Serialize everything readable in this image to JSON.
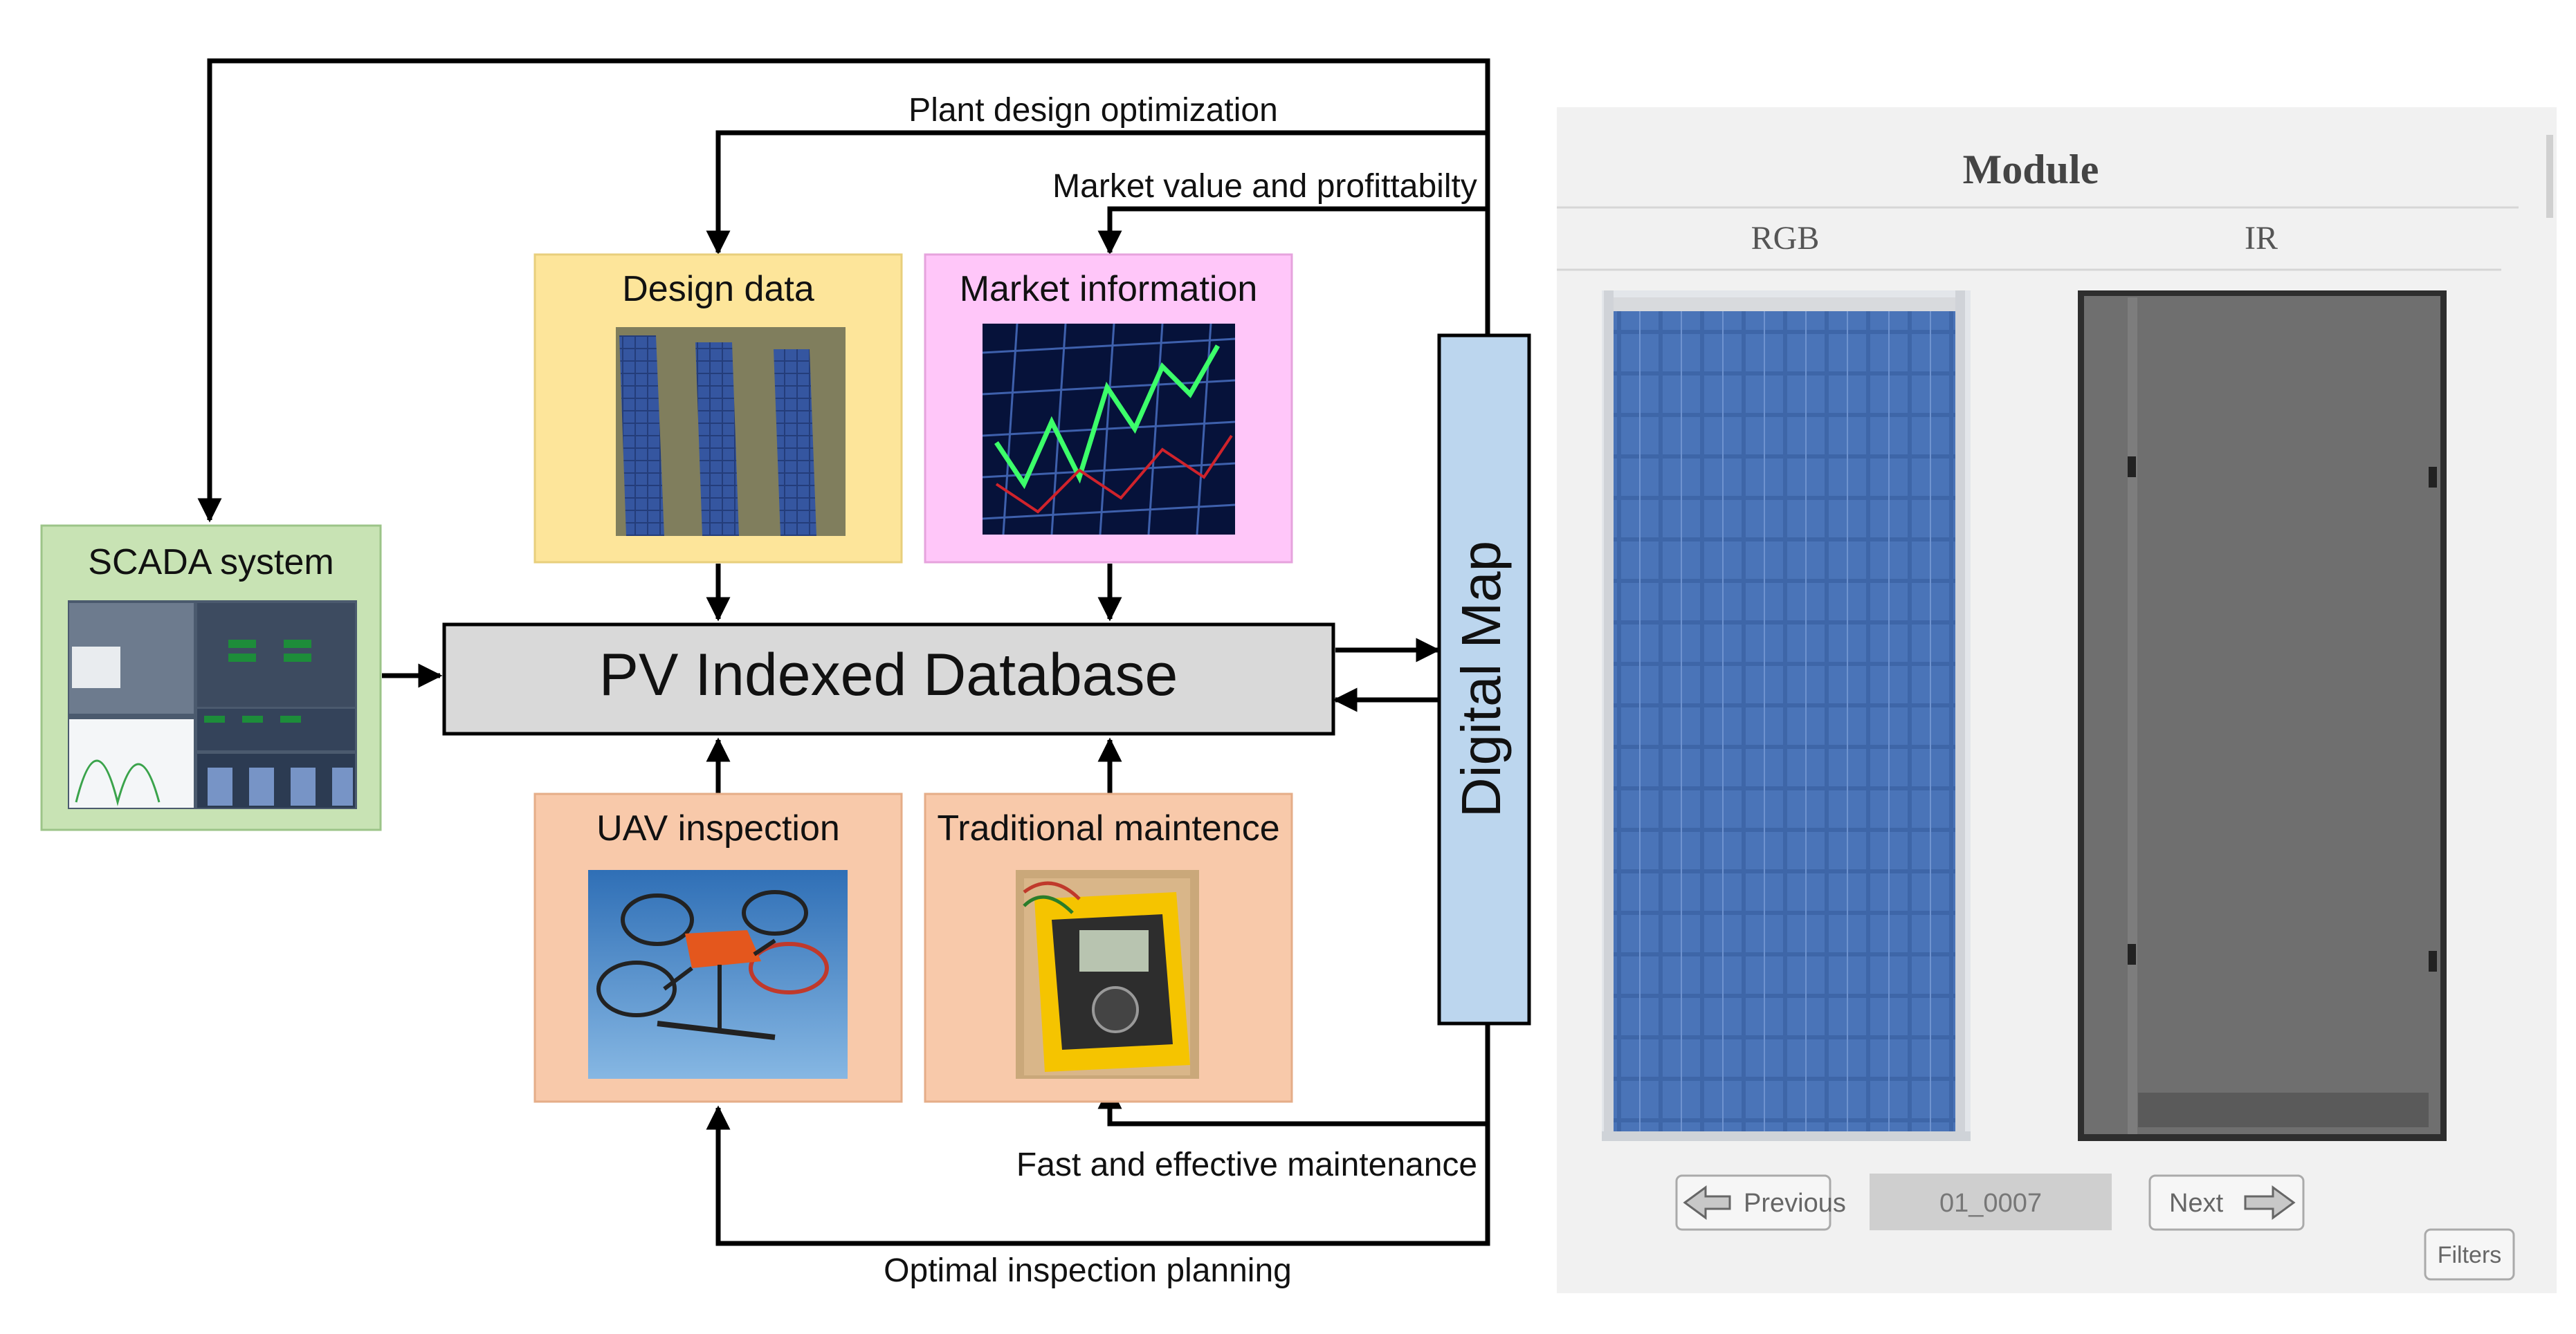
{
  "diagram": {
    "scada": {
      "title": "SCADA system"
    },
    "design": {
      "title": "Design data"
    },
    "market": {
      "title": "Market information"
    },
    "uav": {
      "title": "UAV inspection"
    },
    "traditional": {
      "title": "Traditional maintence"
    },
    "database": {
      "title": "PV Indexed Database"
    },
    "digital_map": {
      "title": "Digital Map"
    },
    "flows": {
      "plant_design": "Plant design optimization",
      "market_value": "Market value and profittabilty",
      "fast_maintenance": "Fast and effective maintenance",
      "inspection_planning": "Optimal inspection planning"
    }
  },
  "viewer": {
    "title": "Module",
    "rgb_label": "RGB",
    "ir_label": "IR",
    "previous_label": "Previous",
    "id_value": "01_0007",
    "next_label": "Next",
    "filters_label": "Filters"
  },
  "colors": {
    "design_bg": "#fde59a",
    "market_bg": "#ffc6f9",
    "scada_bg": "#c8e3b4",
    "uav_bg": "#f8c9aa",
    "traditional_bg": "#f8c9aa",
    "database_bg": "#d9d9d9",
    "digital_map_bg": "#bcd6ee",
    "panel_bg": "#f1f1f1"
  }
}
